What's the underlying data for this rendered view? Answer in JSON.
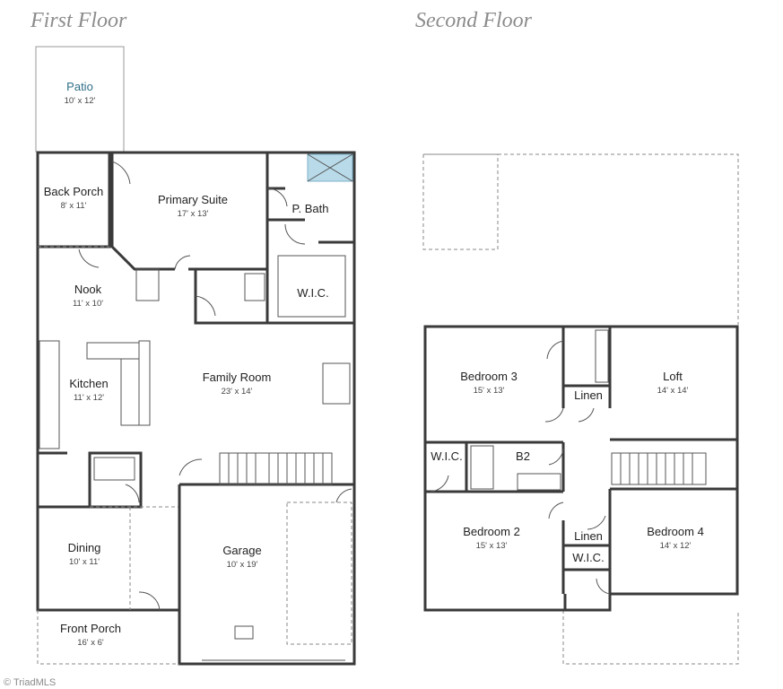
{
  "titles": {
    "first": "First Floor",
    "second": "Second Floor"
  },
  "rooms": {
    "patio": {
      "name": "Patio",
      "dim": "10' x 12'"
    },
    "back_porch": {
      "name": "Back Porch",
      "dim": "8' x 11'"
    },
    "primary_suite": {
      "name": "Primary Suite",
      "dim": "17' x 13'"
    },
    "p_bath": {
      "name": "P. Bath"
    },
    "wic1": {
      "name": "W.I.C."
    },
    "nook": {
      "name": "Nook",
      "dim": "11' x 10'"
    },
    "kitchen": {
      "name": "Kitchen",
      "dim": "11' x 12'"
    },
    "family_room": {
      "name": "Family Room",
      "dim": "23' x 14'"
    },
    "dining": {
      "name": "Dining",
      "dim": "10' x 11'"
    },
    "garage": {
      "name": "Garage",
      "dim": "10' x 19'"
    },
    "front_porch": {
      "name": "Front Porch",
      "dim": "16' x 6'"
    },
    "bedroom3": {
      "name": "Bedroom 3",
      "dim": "15' x 13'"
    },
    "loft": {
      "name": "Loft",
      "dim": "14' x 14'"
    },
    "linen1": {
      "name": "Linen"
    },
    "wic2": {
      "name": "W.I.C."
    },
    "b2": {
      "name": "B2"
    },
    "bedroom2": {
      "name": "Bedroom 2",
      "dim": "15' x 13'"
    },
    "linen2": {
      "name": "Linen"
    },
    "bedroom4": {
      "name": "Bedroom 4",
      "dim": "14' x 12'"
    },
    "wic3": {
      "name": "W.I.C."
    }
  },
  "watermark": "© TriadMLS",
  "colors": {
    "wall": "#3a3a3a",
    "title": "#8c8c8c",
    "patio_label": "#2f6f86",
    "shower_glass": "#b9dbe9"
  }
}
